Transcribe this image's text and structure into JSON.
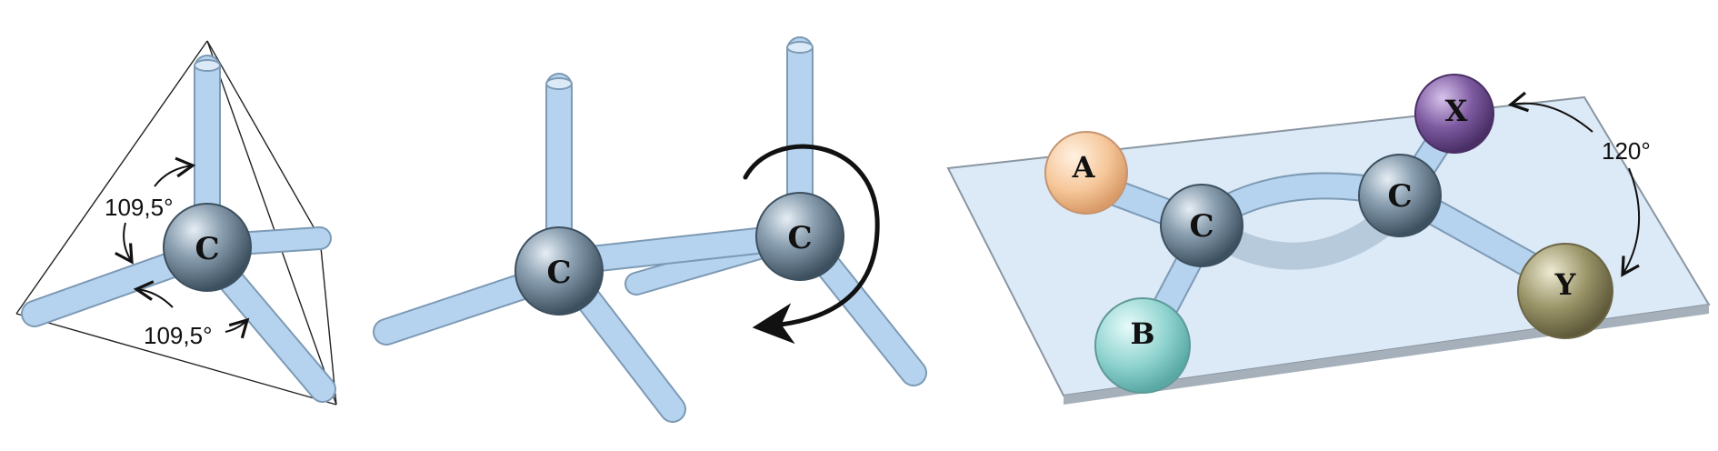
{
  "panel_tetrahedral": {
    "center_atom": "C",
    "angle_label_top": "109,5°",
    "angle_label_bottom": "109,5°"
  },
  "panel_rotation": {
    "left_atom": "C",
    "right_atom": "C"
  },
  "panel_planar": {
    "left_atom": "C",
    "right_atom": "C",
    "substituents": [
      "A",
      "B",
      "X",
      "Y"
    ],
    "angle_label": "120°",
    "colors": {
      "plane": "#dce9f6",
      "A": "#f6c79a",
      "B": "#8fd3cf",
      "X": "#7d5aa0",
      "Y": "#9a9468"
    }
  },
  "colors": {
    "bond": "#a8cbe8",
    "carbon": "#6f8596"
  }
}
